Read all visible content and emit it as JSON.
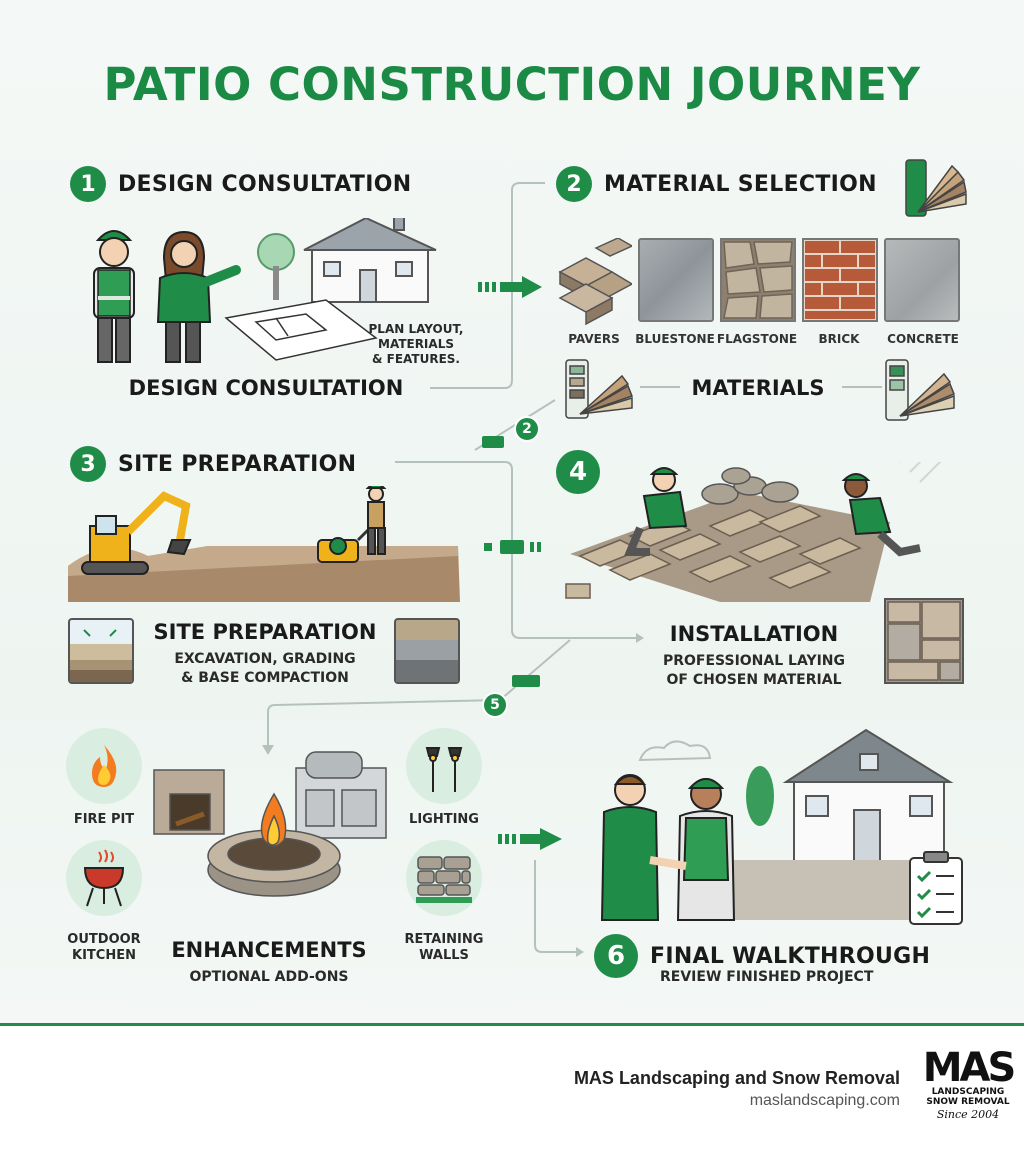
{
  "title": "PATIO CONSTRUCTION JOURNEY",
  "colors": {
    "brand_green": "#1f8c47",
    "light_green": "#d9ede1"
  },
  "steps": [
    {
      "number": "1",
      "heading": "DESIGN CONSULTATION",
      "sub_title": "DESIGN CONSULTATION",
      "note": "PLAN LAYOUT,\nMATERIALS\n& FEATURES."
    },
    {
      "number": "2",
      "heading": "MATERIAL SELECTION",
      "sub_title": "MATERIALS",
      "materials": [
        "PAVERS",
        "BLUESTONE",
        "FLAGSTONE",
        "BRICK",
        "CONCRETE"
      ]
    },
    {
      "number": "3",
      "heading": "SITE PREPARATION",
      "sub_title": "SITE PREPARATION",
      "desc": "EXCAVATION, GRADING\n& BASE COMPACTION"
    },
    {
      "number": "4",
      "sub_title": "INSTALLATION",
      "desc": "PROFESSIONAL LAYING\nOF CHOSEN MATERIAL"
    },
    {
      "number": "5",
      "sub_title": "ENHANCEMENTS",
      "desc": "OPTIONAL ADD-ONS",
      "addons": {
        "fire_pit": "FIRE PIT",
        "outdoor_kitchen": "OUTDOOR\nKITCHEN",
        "lighting": "LIGHTING",
        "retaining_walls": "RETAINING\nWALLS"
      }
    },
    {
      "number": "6",
      "heading": "FINAL WALKTHROUGH",
      "desc": "REVIEW FINISHED PROJECT"
    }
  ],
  "connector_badge_2": "2",
  "footer": {
    "company": "MAS Landscaping and Snow Removal",
    "website": "maslandscaping.com",
    "logo_text": "MAS",
    "logo_line1": "LANDSCAPING",
    "logo_line2": "SNOW REMOVAL",
    "logo_since": "Since 2004"
  },
  "icons": [
    "hard-hat-worker-icon",
    "house-icon",
    "blueprint-icon",
    "color-fan-icon",
    "excavator-icon",
    "plate-compactor-icon",
    "fire-icon",
    "grill-icon",
    "lamp-icon",
    "stone-wall-icon",
    "handshake-icon",
    "checklist-icon"
  ]
}
